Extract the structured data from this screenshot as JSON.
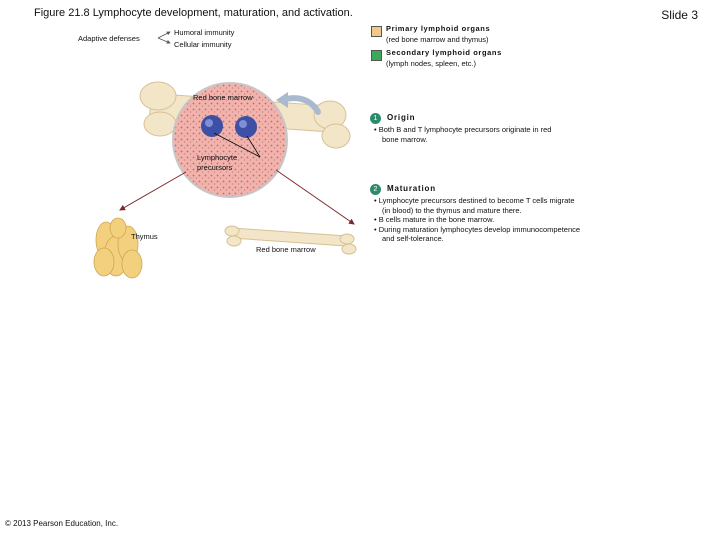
{
  "title": "Figure 21.8 Lymphocyte development, maturation, and activation.",
  "slide_label": "Slide 3",
  "left_key": {
    "adaptive": "Adaptive defenses",
    "humoral": "Humoral immunity",
    "cellular": "Cellular immunity"
  },
  "legend": {
    "primary_title": "Primary lymphoid organs",
    "primary_desc": "(red bone marrow and thymus)",
    "primary_color": "#f2c98a",
    "secondary_title": "Secondary lymphoid organs",
    "secondary_desc": "(lymph nodes, spleen, etc.)",
    "secondary_color": "#3ea85a"
  },
  "labels": {
    "red_bone_marrow_top": "Red bone marrow",
    "precursors_line1": "Lymphocyte",
    "precursors_line2": "precursors",
    "thymus": "Thymus",
    "red_bone_marrow_bottom": "Red bone marrow"
  },
  "steps": {
    "origin_num": "1",
    "origin_title": "Origin",
    "origin_b1_l1": "• Both B and T lymphocyte precursors originate in red",
    "origin_b1_l2": "bone marrow.",
    "maturation_num": "2",
    "maturation_title": "Maturation",
    "mat_b1_l1": "• Lymphocyte precursors destined to become T cells migrate",
    "mat_b1_l2": "(in blood) to the thymus and mature there.",
    "mat_b2": "• B cells mature in the bone marrow.",
    "mat_b3_l1": "• During maturation lymphocytes develop immunocompetence",
    "mat_b3_l2": "and self-tolerance."
  },
  "copyright": "© 2013 Pearson Education, Inc."
}
